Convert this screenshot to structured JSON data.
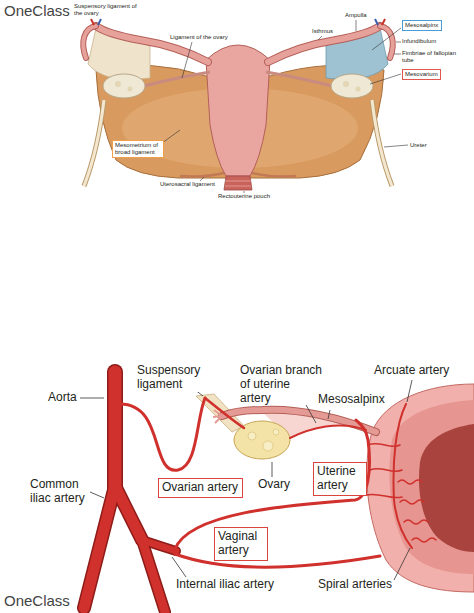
{
  "diagram": {
    "nodes": [
      {
        "text": [
          "Mesosalpinx"
        ]
      },
      {
        "text": [
          "Mesovarium"
        ]
      },
      {
        "text": [
          "Mesometrium of broad ligament"
        ]
      },
      {
        "text": [
          "Ovarian artery"
        ]
      },
      {
        "text": [
          "Uterine artery"
        ]
      },
      {
        "text": [
          "Vaginal artery"
        ]
      }
    ],
    "labels": [
      "OneClass",
      "Suspensory ligament of the ovary",
      "Ligament of the ovary",
      "Ampulla",
      "Isthmus",
      "Infundibulum",
      "Fimbriae of fallopian tube",
      "Ureter",
      "Uterosacral ligament",
      "Rectouterine pouch",
      "Suspensory ligament",
      "Ovarian branch of uterine artery",
      "Arcuate artery",
      "Aorta",
      "Mesosalpinx",
      "Common iliac artery",
      "Ovary",
      "Internal iliac artery",
      "Spiral arteries",
      "OneClass"
    ]
  }
}
